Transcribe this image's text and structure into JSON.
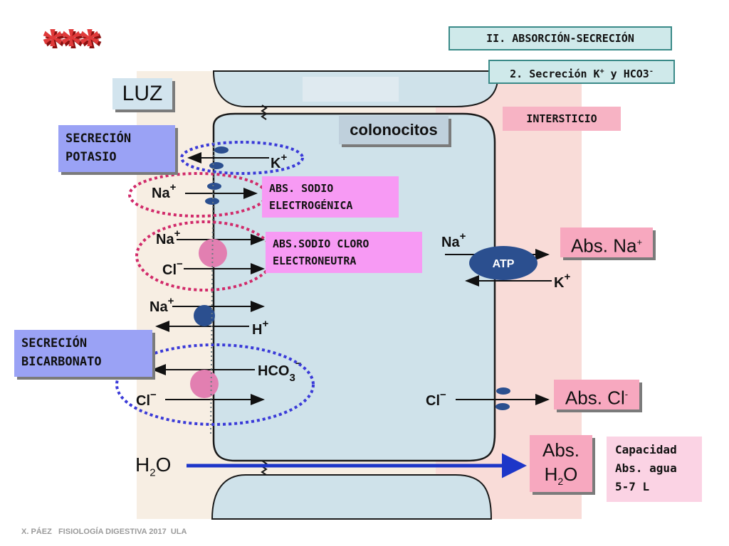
{
  "stars": "***",
  "header": {
    "section": "II. ABSORCIÓN-SECRECIÓN",
    "subsection_prefix": "2. Secreción K",
    "subsection_sup1": "+",
    "subsection_mid": " y HCO3",
    "subsection_sup2": "-"
  },
  "regions": {
    "luz": "LUZ",
    "intersticio": "INTERSTICIO",
    "colonocitos": "colonocitos"
  },
  "callouts": {
    "secrecion_potasio": "SECRECIÓN POTASIO",
    "abs_sodio_electrogenica_1": "ABS. SODIO",
    "abs_sodio_electrogenica_2": "ELECTROGÉNICA",
    "abs_sodio_cloro_1": "ABS.SODIO CLORO",
    "abs_sodio_cloro_2": "ELECTRONEUTRA",
    "secrecion_bicarbonato_1": "SECRECIÓN",
    "secrecion_bicarbonato_2": "BICARBONATO",
    "abs_na": "Abs. Na",
    "abs_na_sup": "+",
    "abs_cl": "Abs. Cl",
    "abs_cl_sup": "-",
    "abs_h2o_1": "Abs.",
    "abs_h2o_2a": "H",
    "abs_h2o_2b": "2",
    "abs_h2o_2c": "O",
    "capacidad_1": "Capacidad",
    "capacidad_2": "Abs. agua",
    "capacidad_3": "5-7 L"
  },
  "diagram": {
    "k": "K",
    "na": "Na",
    "cl": "Cl",
    "h": "H",
    "hco": "HCO",
    "sub3": "3",
    "plus": "+",
    "minus": "−",
    "atp": "ATP",
    "h2o_a": "H",
    "h2o_b": "2",
    "h2o_c": "O"
  },
  "colors": {
    "lumen": "#f7eee3",
    "interstitium": "#f9dcd8",
    "cell": "#cfe2ea",
    "cell_border": "#1a1a1a",
    "channel_blue": "#2b4f8f",
    "exchanger_pink": "#e27fb1",
    "dot_red": "#d12a6a",
    "dot_blue": "#3a3ad8",
    "arrow_blue": "#1d36c8",
    "callout_blue": "#9aa2f5",
    "callout_magenta": "#f79af4",
    "callout_pink": "#f7a8bf",
    "teal_border": "#3a8a88"
  },
  "footer": "X. PÁEZ   FISIOLOGÍA DIGESTIVA 2017  ULA"
}
